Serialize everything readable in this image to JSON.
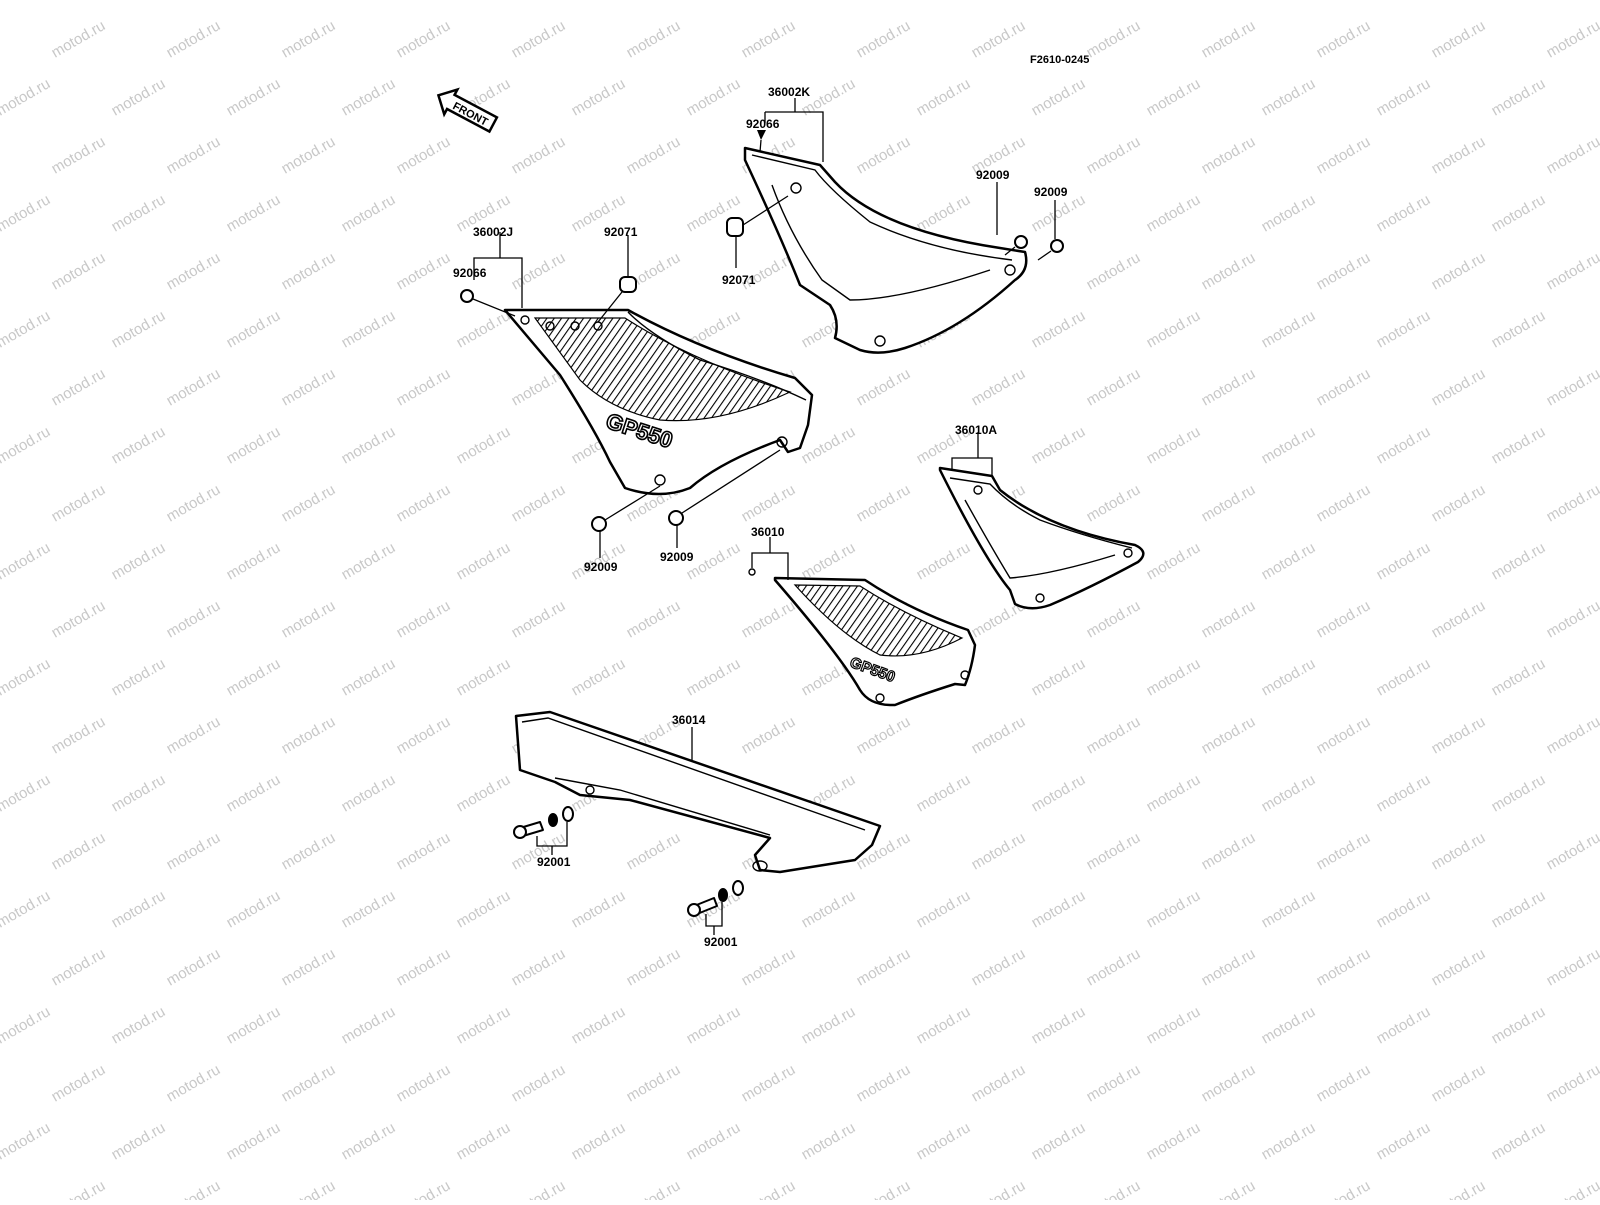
{
  "figure_code": "F2610-0245",
  "front_arrow_text": "FRONT",
  "watermark_text": "motod.ru",
  "emblem_text": "GP550",
  "callouts": {
    "p36002K": "36002K",
    "p92066_top": "92066",
    "p92071_top": "92071",
    "p92009_a": "92009",
    "p92009_b": "92009",
    "p36002J": "36002J",
    "p92066_left": "92066",
    "p92071_left": "92071",
    "p92009_c": "92009",
    "p92009_d": "92009",
    "p36010A": "36010A",
    "p36010": "36010",
    "p36014": "36014",
    "p92001_a": "92001",
    "p92001_b": "92001"
  }
}
